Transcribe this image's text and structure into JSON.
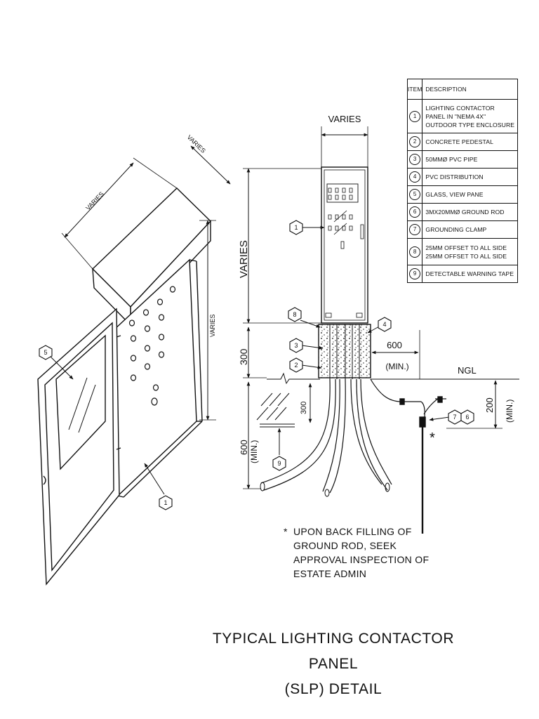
{
  "legend": {
    "header_item": "ITEM",
    "header_description": "DESCRIPTION",
    "rows": [
      {
        "number": "1",
        "lines": [
          "LIGHTING CONTACTOR",
          "PANEL IN \"NEMA 4X\"",
          "OUTDOOR TYPE ENCLOSURE"
        ]
      },
      {
        "number": "2",
        "lines": [
          "CONCRETE PEDESTAL"
        ]
      },
      {
        "number": "3",
        "lines": [
          "50mmø PVC PIPE"
        ]
      },
      {
        "number": "4",
        "lines": [
          "PVC DISTRIBUTION"
        ]
      },
      {
        "number": "5",
        "lines": [
          "GLASS, VIEW PANE"
        ]
      },
      {
        "number": "6",
        "lines": [
          "3Mx20mmø GROUND ROD"
        ]
      },
      {
        "number": "7",
        "lines": [
          "GROUNDING CLAMP"
        ]
      },
      {
        "number": "8",
        "lines": [
          "25mm OFFSET TO ALL SIDE",
          "25mm OFFSET TO ALL SIDE"
        ]
      },
      {
        "number": "9",
        "lines": [
          "DETECTABLE WARNING TAPE"
        ]
      }
    ]
  },
  "dimensions": {
    "varies": "VARIES",
    "pedestal_height": "300",
    "burial_depth": "600",
    "burial_depth_min": "(MIN.)",
    "tape_depth": "300",
    "side_offset": "600",
    "side_offset_min": "(MIN.)",
    "ngl": "NGL",
    "rod_depth": "200",
    "rod_depth_min": "(MIN.)"
  },
  "callouts": {
    "panel_iso": "1",
    "glass": "5",
    "panel_side": "1",
    "offset": "8",
    "pipe": "3",
    "pedestal": "2",
    "distribution": "4",
    "clamp": "7",
    "rod": "6",
    "tape": "9",
    "asterisk": "*"
  },
  "note": {
    "marker": "*",
    "lines": [
      "UPON BACK FILLING OF",
      "GROUND ROD, SEEK",
      "APPROVAL INSPECTION OF",
      "ESTATE ADMIN"
    ]
  },
  "title": {
    "lines": [
      "TYPICAL LIGHTING CONTACTOR PANEL",
      "(SLP) DETAIL"
    ]
  }
}
